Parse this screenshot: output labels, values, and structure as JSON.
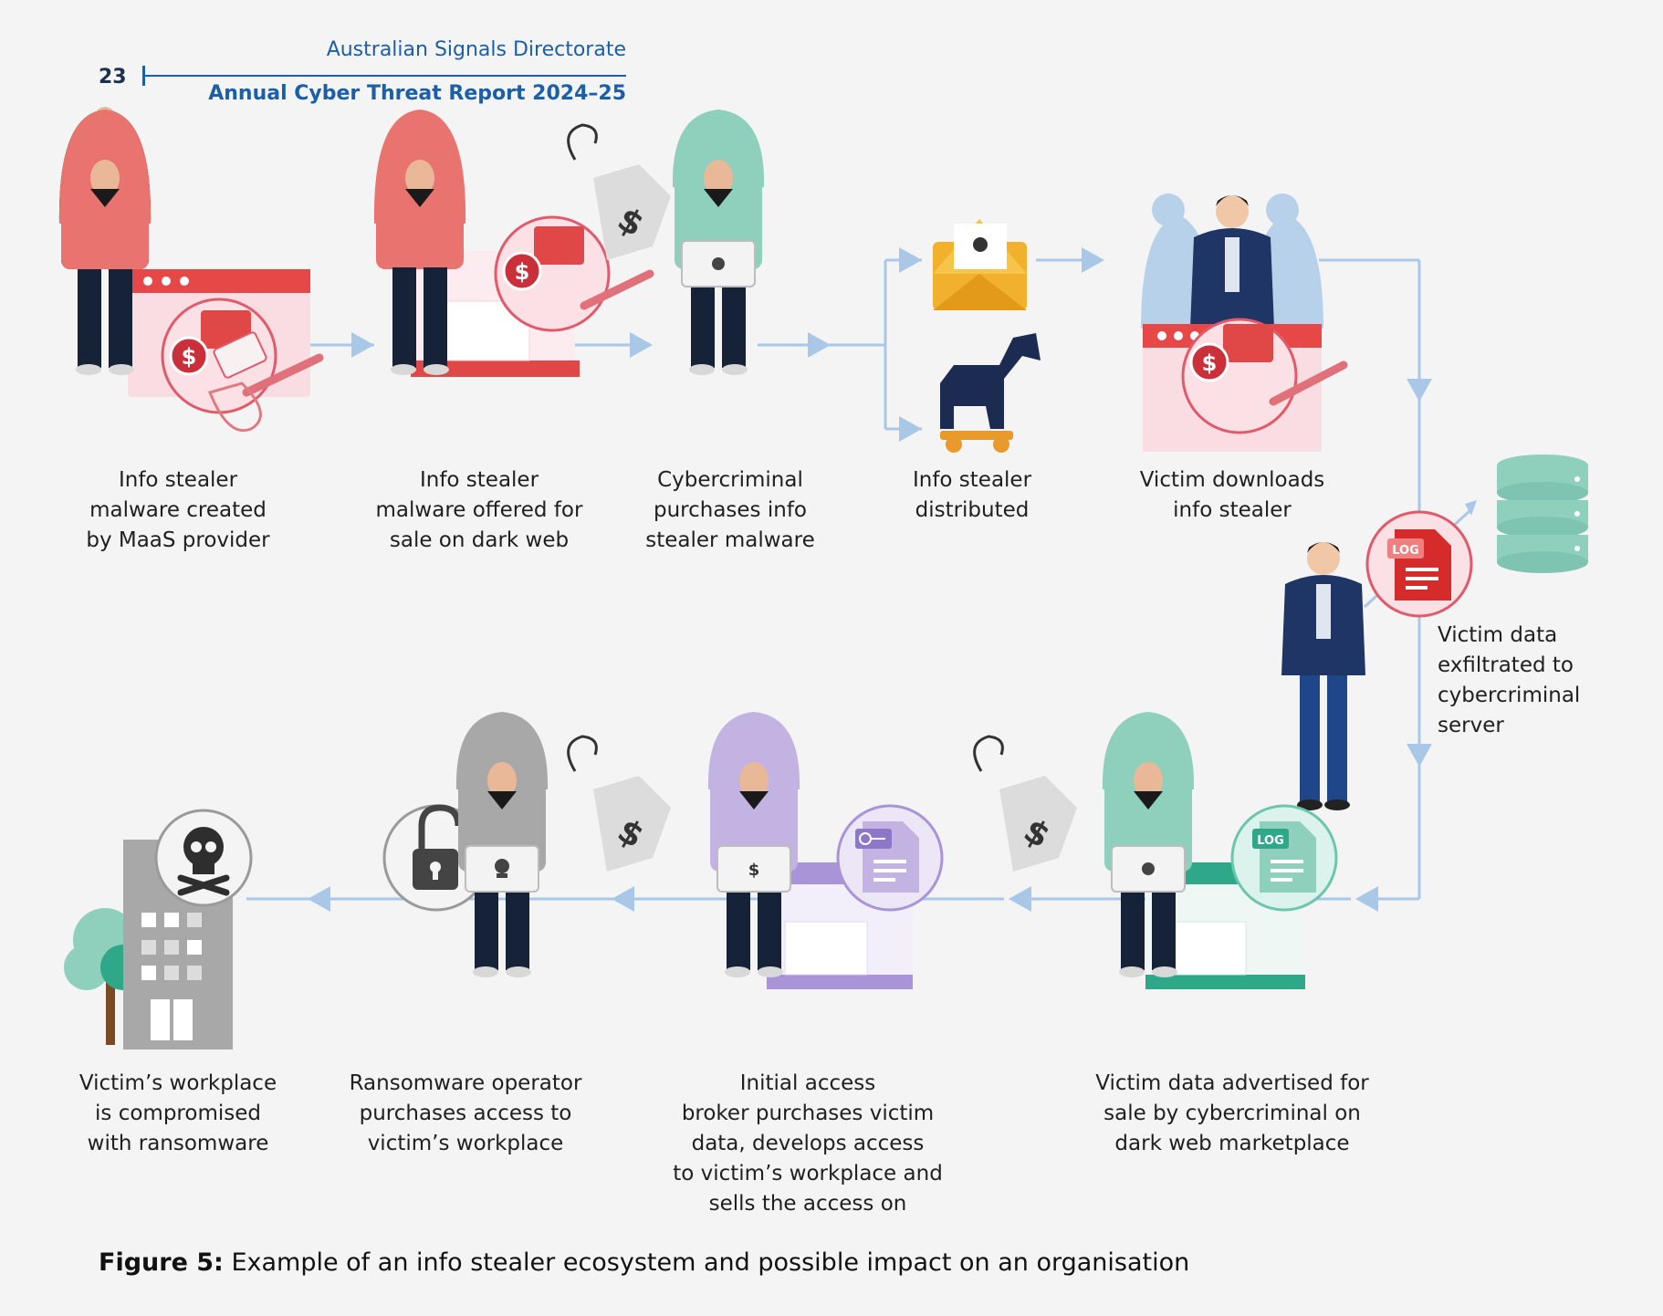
{
  "header": {
    "page_number": "23",
    "agency": "Australian Signals Directorate",
    "report_title": "Annual Cyber Threat Report 2024–25"
  },
  "steps": [
    {
      "id": "step1",
      "text": "Info stealer\nmalware created\nby MaaS provider"
    },
    {
      "id": "step2",
      "text": "Info stealer\nmalware offered for\nsale on dark web"
    },
    {
      "id": "step3",
      "text": "Cybercriminal\npurchases info\nstealer malware"
    },
    {
      "id": "step4",
      "text": "Info stealer\ndistributed"
    },
    {
      "id": "step5",
      "text": "Victim downloads\ninfo stealer"
    },
    {
      "id": "step6",
      "text": "Victim data\nexfiltrated to\ncybercriminal\nserver"
    },
    {
      "id": "step7",
      "text": "Victim data advertised for\nsale by cybercriminal on\ndark web marketplace"
    },
    {
      "id": "step8",
      "text": "Initial access\nbroker purchases victim\ndata, develops access\nto victim’s workplace and\nsells the access on"
    },
    {
      "id": "step9",
      "text": "Ransomware operator\npurchases access to\nvictim’s workplace"
    },
    {
      "id": "step10",
      "text": "Victim’s workplace\nis compromised\nwith ransomware"
    }
  ],
  "badges": {
    "log": "LOG",
    "dollar": "$"
  },
  "figure": {
    "label": "Figure 5:",
    "caption": " Example of an info stealer ecosystem and possible impact on an organisation"
  },
  "colors": {
    "brand_blue": "#1a5fa8",
    "flow_arrow": "#a9c8e8",
    "hacker_red": "#e8736f",
    "hacker_teal": "#8fd0bd",
    "hacker_purple": "#c3b3e3",
    "hacker_grey": "#a8a8a8",
    "store_red": "#e04848",
    "store_purple": "#a894d6",
    "store_green": "#2fa88a",
    "log_red": "#d62b2b",
    "envelope": "#f2b12c",
    "horse": "#1c2b52"
  }
}
